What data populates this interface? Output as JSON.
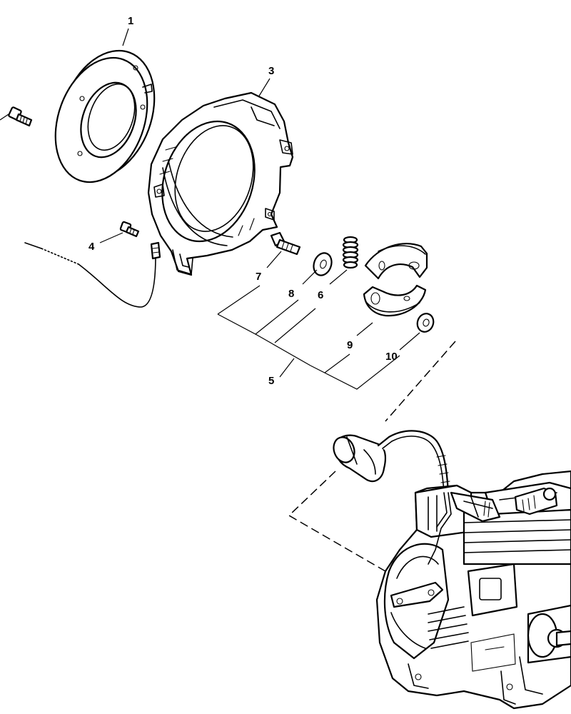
{
  "callouts": [
    {
      "id": "1",
      "label": "1"
    },
    {
      "id": "3",
      "label": "3"
    },
    {
      "id": "4",
      "label": "4"
    },
    {
      "id": "5",
      "label": "5"
    },
    {
      "id": "6",
      "label": "6"
    },
    {
      "id": "7",
      "label": "7"
    },
    {
      "id": "8",
      "label": "8"
    },
    {
      "id": "9",
      "label": "9"
    },
    {
      "id": "10",
      "label": "10"
    }
  ]
}
